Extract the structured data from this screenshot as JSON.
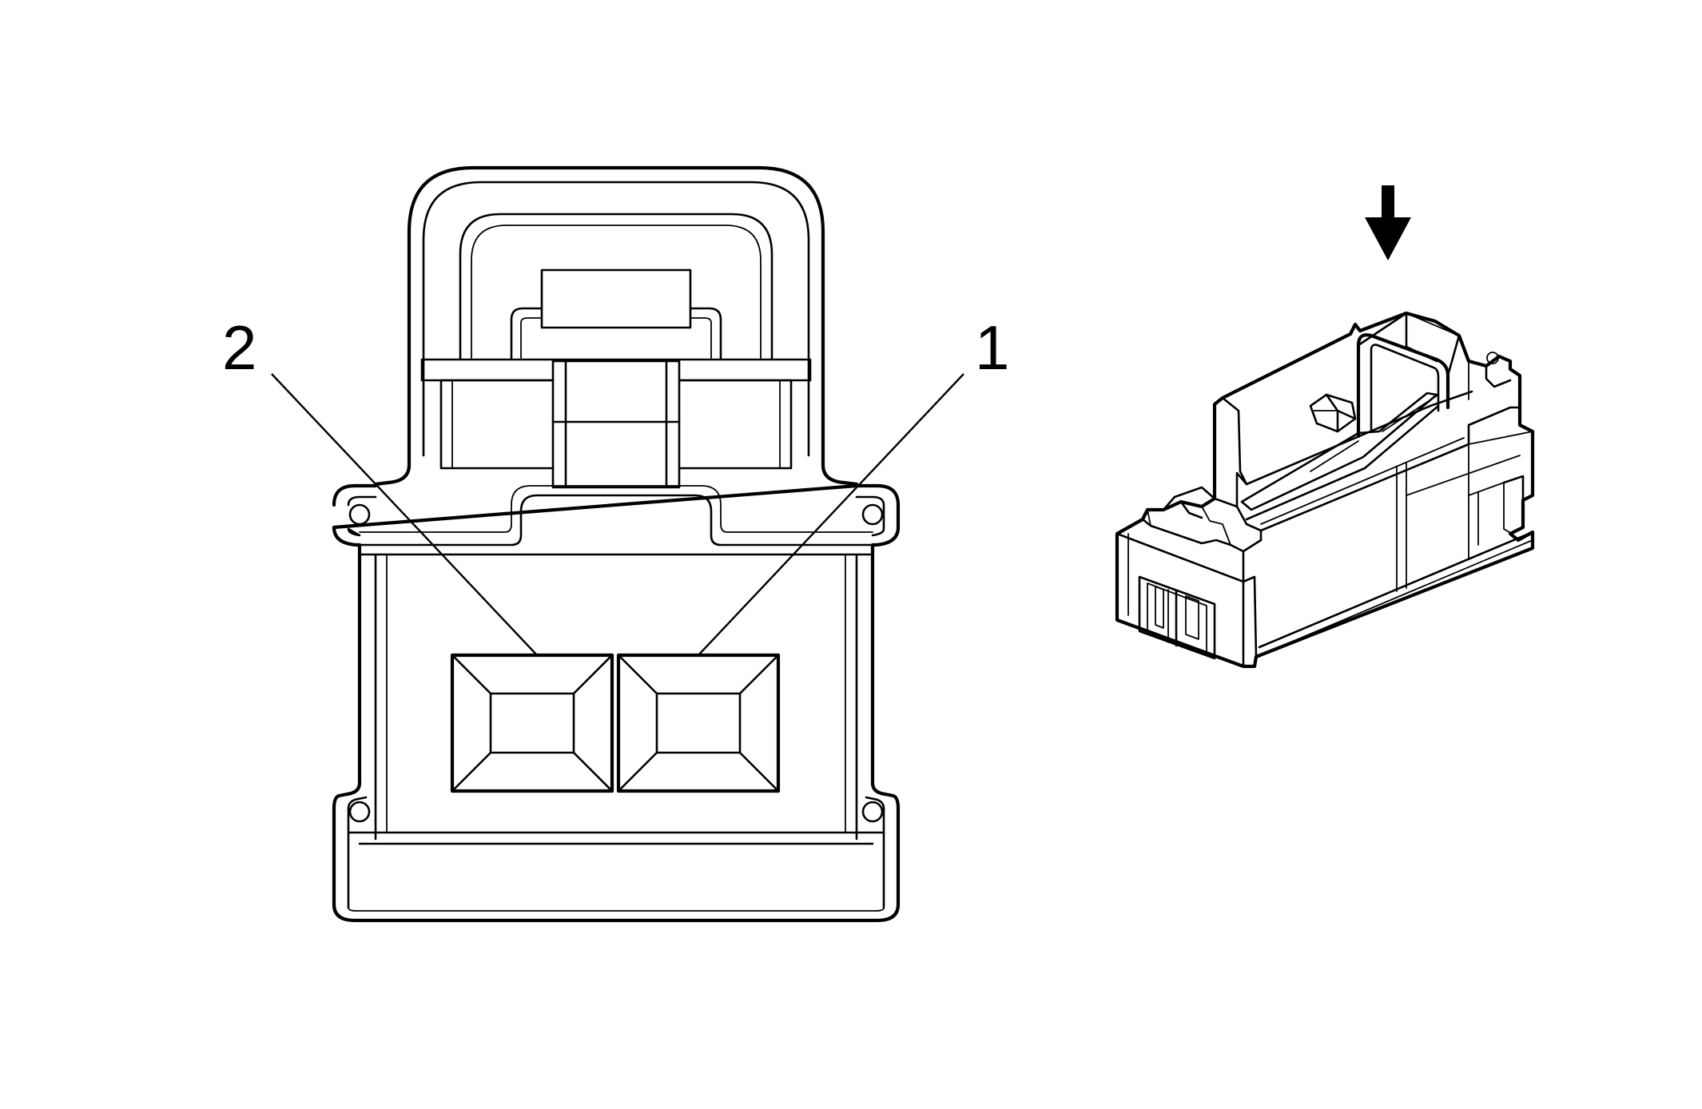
{
  "callouts": [
    {
      "id": "pin-2",
      "label": "2"
    },
    {
      "id": "pin-1",
      "label": "1"
    }
  ],
  "colors": {
    "line": "#000000",
    "background": "#ffffff"
  },
  "icons": {
    "view_direction": "down-arrow-icon"
  }
}
